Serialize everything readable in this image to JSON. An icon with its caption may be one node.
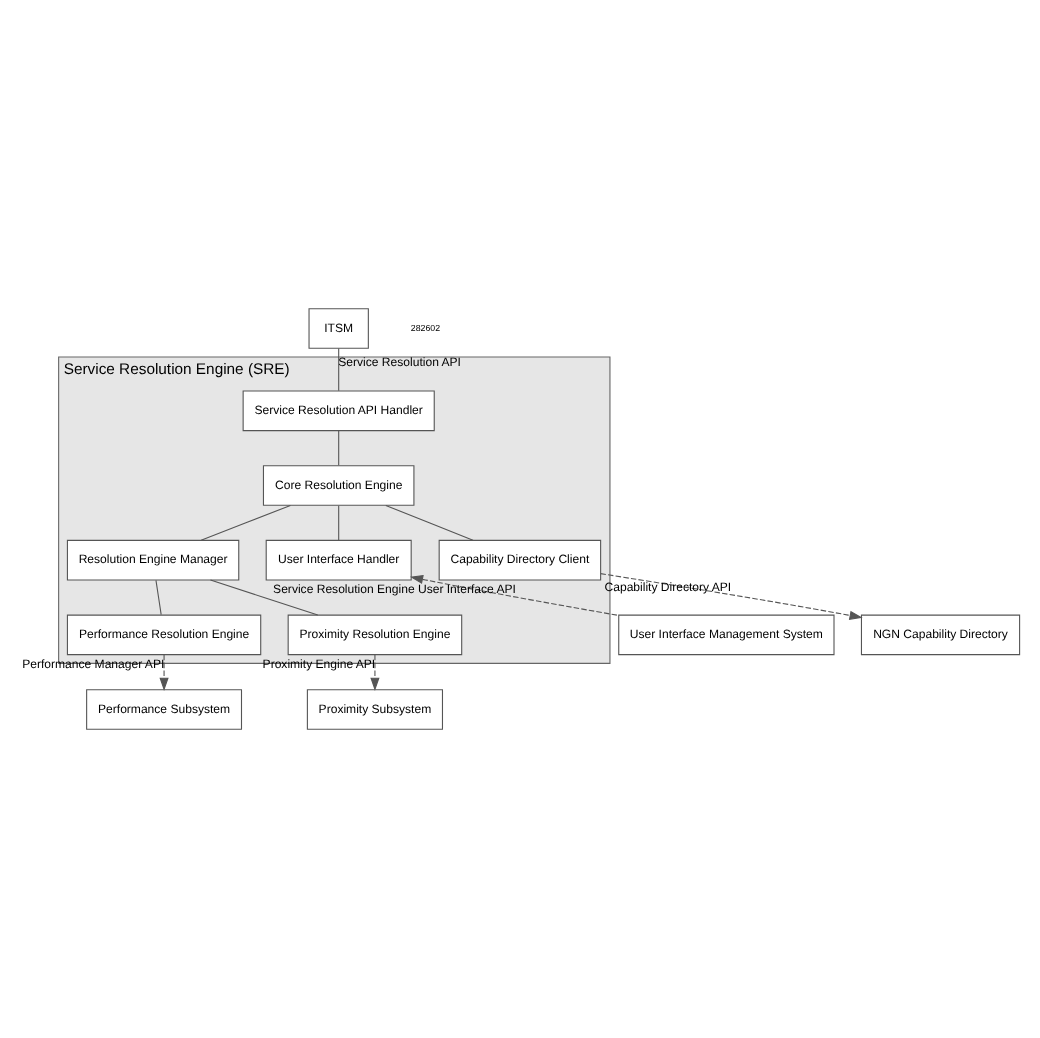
{
  "diagram": {
    "nodes": [
      {
        "text": [
          "Service Resolution Engine (SRE)"
        ]
      },
      {
        "text": [
          "ITSM"
        ]
      },
      {
        "text": [
          "Service Resolution API Handler"
        ],
        "in": 0
      },
      {
        "text": [
          "Core Resolution Engine"
        ],
        "in": 0
      },
      {
        "text": [
          "User Interface Handler"
        ],
        "in": 0
      },
      {
        "text": [
          "Capability Directory Client"
        ],
        "in": 0
      },
      {
        "text": [
          "Resolution Engine Manager"
        ],
        "in": 0
      },
      {
        "text": [
          "Performance Resolution Engine"
        ],
        "in": 0
      },
      {
        "text": [
          "Proximity Resolution Engine"
        ],
        "in": 0
      },
      {
        "text": [
          "User Interface Management System"
        ]
      },
      {
        "text": [
          "NGN Capability Directory"
        ]
      },
      {
        "text": [
          "Performance Subsystem"
        ]
      },
      {
        "text": [
          "Proximity Subsystem"
        ]
      }
    ],
    "edges": [
      {
        "from": 1,
        "to": 2,
        "arrow": "none",
        "label": "Service Resolution API"
      },
      {
        "from": 2,
        "to": 3,
        "arrow": "none"
      },
      {
        "from": 3,
        "to": 4,
        "arrow": "none"
      },
      {
        "from": 3,
        "to": 5,
        "arrow": "none"
      },
      {
        "from": 3,
        "to": 6,
        "arrow": "none"
      },
      {
        "from": 6,
        "to": 7,
        "arrow": "none"
      },
      {
        "from": 6,
        "to": 8,
        "arrow": "none"
      },
      {
        "from": 9,
        "to": 4,
        "arrow": "to",
        "style": "dashed",
        "label": "Service Resolution Engine User Interface API"
      },
      {
        "from": 5,
        "to": 10,
        "arrow": "to",
        "style": "dashed",
        "label": "Capability Directory API"
      },
      {
        "from": 7,
        "to": 11,
        "arrow": "to",
        "style": "dashed",
        "label": "Performance Manager API"
      },
      {
        "from": 8,
        "to": 12,
        "arrow": "to",
        "style": "dashed",
        "label": "Proximity Engine API"
      }
    ],
    "labels": [
      "282602"
    ]
  }
}
